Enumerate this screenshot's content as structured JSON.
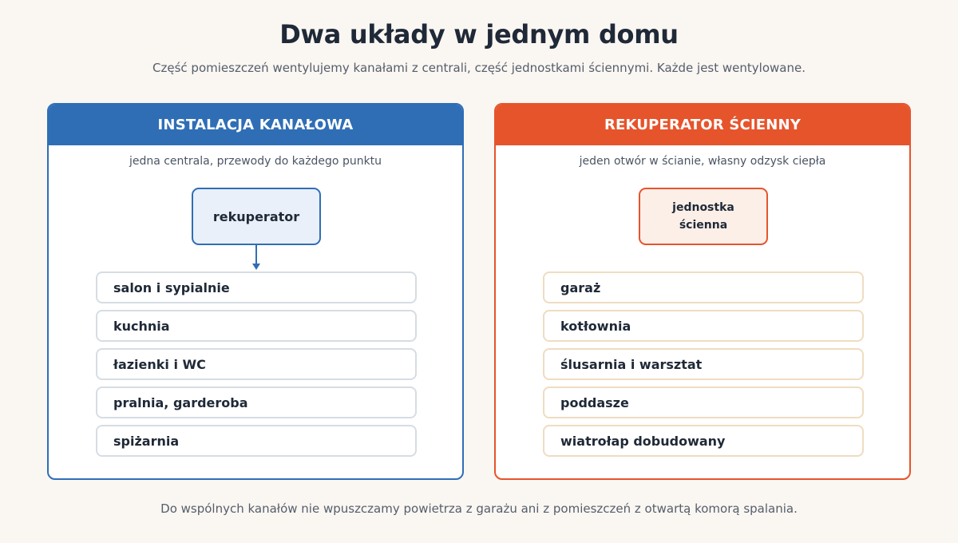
{
  "title": "Dwa układy w jednym domu",
  "subtitle": "Część pomieszczeń wentylujemy kanałami z centrali, część jednostkami ściennymi. Każde jest wentylowane.",
  "colors": {
    "ducted": "#2f6eb5",
    "wall": "#e6542c",
    "background": "#faf6f2"
  },
  "ducted": {
    "header": "INSTALACJA KANAŁOWA",
    "description": "jedna centrala, przewody do każdego punktu",
    "unit": "rekuperator",
    "rooms": [
      "salon i sypialnie",
      "kuchnia",
      "łazienki i WC",
      "pralnia, garderoba",
      "spiżarnia"
    ]
  },
  "wall": {
    "header": "REKUPERATOR ŚCIENNY",
    "description": "jeden otwór w ścianie, własny odzysk ciepła",
    "unit": "jednostka ścienna",
    "rooms": [
      "garaż",
      "kotłownia",
      "ślusarnia i warsztat",
      "poddasze",
      "wiatrołap dobudowany"
    ]
  },
  "footer": "Do wspólnych kanałów nie wpuszczamy powietrza z garażu ani z pomieszczeń z otwartą komorą spalania."
}
